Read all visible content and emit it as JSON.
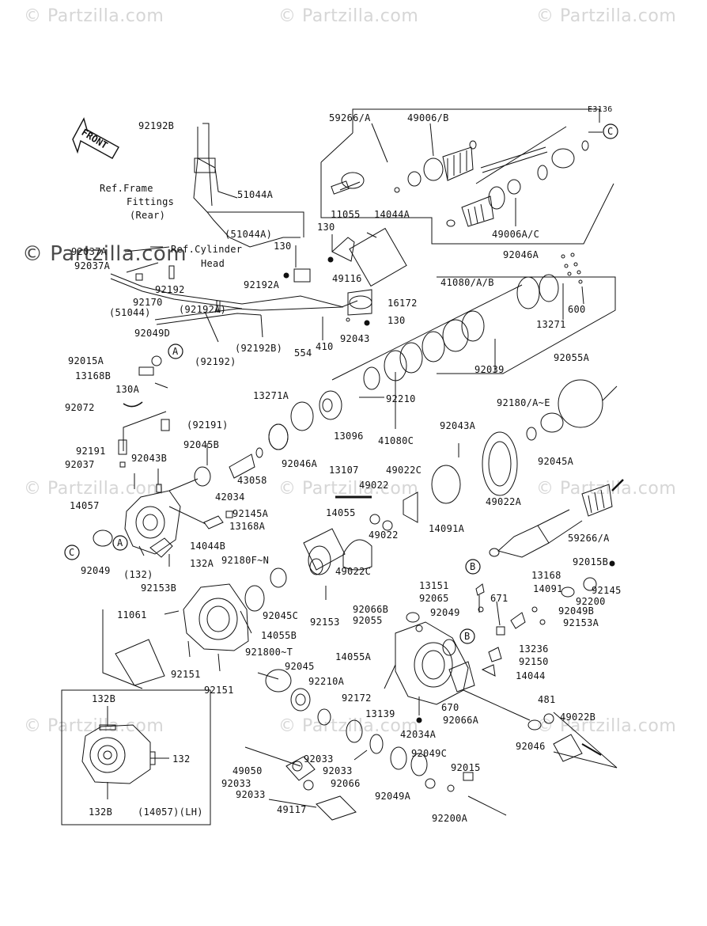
{
  "diagram_code": "E3136",
  "front_label": "FRONT",
  "watermark_text": "© Partzilla.com",
  "callouts": [
    "A",
    "B",
    "C"
  ],
  "notes": {
    "ref_frame": "Ref.Frame",
    "fittings": "Fittings",
    "rear": "(Rear)",
    "ref_cyl": "Ref.Cylinder",
    "head": "Head",
    "inset_caption": "(14057)(LH)"
  },
  "parts": {
    "p59266_a_top": "59266/A",
    "p49006_b": "49006/B",
    "p49006_ac": "49006A/C",
    "p92192b": "92192B",
    "p51044a": "51044A",
    "p51044a_paren": "(51044A)",
    "p11055": "11055",
    "p14044a": "14044A",
    "p130_1": "130",
    "p130_2": "130",
    "p130_3": "130",
    "p92192a": "92192A",
    "p92192a_paren": "(92192A)",
    "p92192b_paren": "(92192B)",
    "p92192_paren": "(92192)",
    "p49116": "49116",
    "p16172": "16172",
    "p554": "554",
    "p410": "410",
    "p92043": "92043",
    "p92037a": "92037A",
    "p92037a_2": "92037A",
    "p92192": "92192",
    "p92170": "92170",
    "p51044_paren": "(51044)",
    "p92046a_top": "92046A",
    "p600": "600",
    "p13271": "13271",
    "p41080ab": "41080/A/B",
    "p92039": "92039",
    "p92210": "92210",
    "p41080c": "41080C",
    "p92049d": "92049D",
    "p92015a": "92015A",
    "p13168b": "13168B",
    "p130a": "130A",
    "p92072": "92072",
    "p92191_paren": "(92191)",
    "p92191": "92191",
    "p92037": "92037",
    "p13271a": "13271A",
    "p13096": "13096",
    "p92046a": "92046A",
    "p92055a": "92055A",
    "p92180ae": "92180/A~E",
    "p92045a": "92045A",
    "p92045b": "92045B",
    "p92043b": "92043B",
    "p43058": "43058",
    "p42034": "42034",
    "p13107": "13107",
    "p49022c_top": "49022C",
    "p49022_top": "49022",
    "p92043a": "92043A",
    "p49022a": "49022A",
    "p14091a": "14091A",
    "p14057": "14057",
    "p92145a": "92145A",
    "p13168a": "13168A",
    "p14055": "14055",
    "p49022_mid": "49022",
    "p49022c_mid": "49022C",
    "p59266_a": "59266/A",
    "p14044b": "14044B",
    "p92049": "92049",
    "p132_paren": "(132)",
    "p132a": "132A",
    "p92180fn": "92180F~N",
    "p92153b": "92153B",
    "p92015b": "92015B",
    "p13168": "13168",
    "p92145": "92145",
    "p13151": "13151",
    "p14091": "14091",
    "p92200": "92200",
    "p92066b": "92066B",
    "p92065": "92065",
    "p92049_mid": "92049",
    "p671": "671",
    "p92049b": "92049B",
    "p92055": "92055",
    "p92153a": "92153A",
    "p11061": "11061",
    "p92045c": "92045C",
    "p92153": "92153",
    "p14055b": "14055B",
    "p921800t": "921800~T",
    "p14055a": "14055A",
    "p13236": "13236",
    "p92150": "92150",
    "p92045": "92045",
    "p14044": "14044",
    "p92151_1": "92151",
    "p92210a": "92210A",
    "p92151_2": "92151",
    "p670": "670",
    "p92172": "92172",
    "p92066a": "92066A",
    "p481": "481",
    "p49022b": "49022B",
    "p132b_top": "132B",
    "p13139": "13139",
    "p42034a": "42034A",
    "p92046": "92046",
    "p132": "132",
    "p92033_1": "92033",
    "p92049c": "92049C",
    "p49050": "49050",
    "p92033_2": "92033",
    "p92015": "92015",
    "p92033_3": "92033",
    "p92066": "92066",
    "p92049a": "92049A",
    "p92033_4": "92033",
    "p49117": "49117",
    "p92200a": "92200A",
    "p132b_bot": "132B"
  }
}
